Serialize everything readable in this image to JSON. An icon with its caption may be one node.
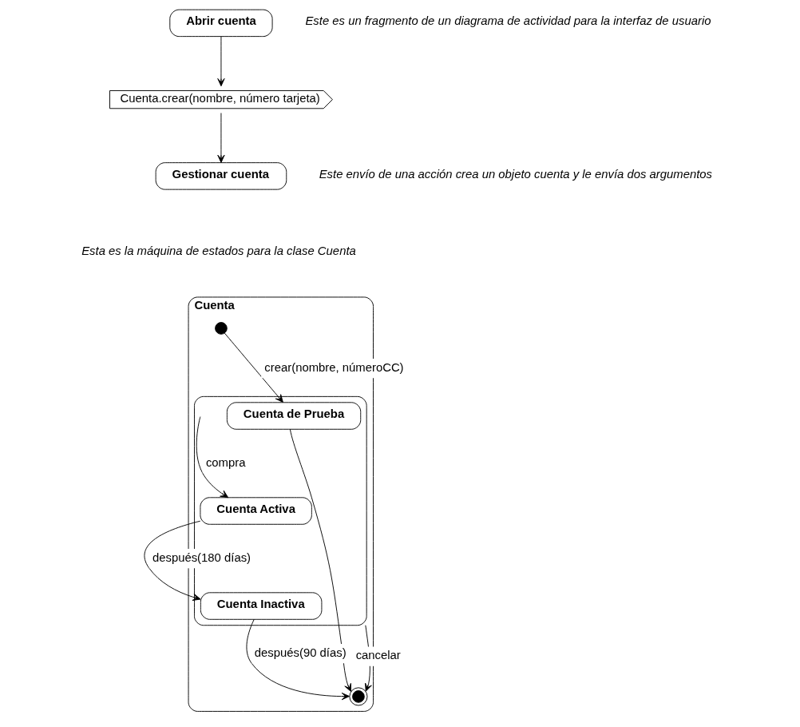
{
  "diagram": {
    "nodes": [
      {
        "text": [
          "Abrir cuenta"
        ]
      },
      {
        "text": [
          "Cuenta.crear(nombre, número tarjeta)"
        ]
      },
      {
        "text": [
          "Gestionar cuenta"
        ]
      },
      {
        "text": [
          "Cuenta"
        ]
      },
      {
        "text": [],
        "shape": "circle",
        "in": 3
      },
      {
        "text": [],
        "shape": "box",
        "in": 3
      },
      {
        "text": [
          "Cuenta de Prueba"
        ],
        "in": 5
      },
      {
        "text": [
          "Cuenta Activa"
        ],
        "in": 5
      },
      {
        "text": [
          "Cuenta Inactiva"
        ],
        "in": 5
      },
      {
        "text": [],
        "shape": "circle",
        "in": 3
      }
    ],
    "edges": [
      {
        "from": 0,
        "to": 1,
        "arrow": "to"
      },
      {
        "from": 1,
        "to": 2,
        "arrow": "to"
      },
      {
        "from": 4,
        "to": 6,
        "arrow": "to",
        "label": "crear(nombre, númeroCC)"
      },
      {
        "from": 5,
        "to": 7,
        "arrow": "to",
        "label": "compra"
      },
      {
        "from": 7,
        "to": 8,
        "arrow": "to",
        "label": "después(180 días)"
      },
      {
        "from": 6,
        "to": 9,
        "arrow": "to"
      },
      {
        "from": 5,
        "to": 9,
        "arrow": "to",
        "label": "cancelar"
      },
      {
        "from": 8,
        "to": 9,
        "arrow": "to",
        "label": "después(90 días)"
      }
    ],
    "labels": [
      "Este es un fragmento de un diagrama de actividad para la interfaz de usuario",
      "Este envío de una acción crea un objeto cuenta y le envía dos argumentos",
      "Esta es la máquina de estados para la clase Cuenta"
    ]
  }
}
